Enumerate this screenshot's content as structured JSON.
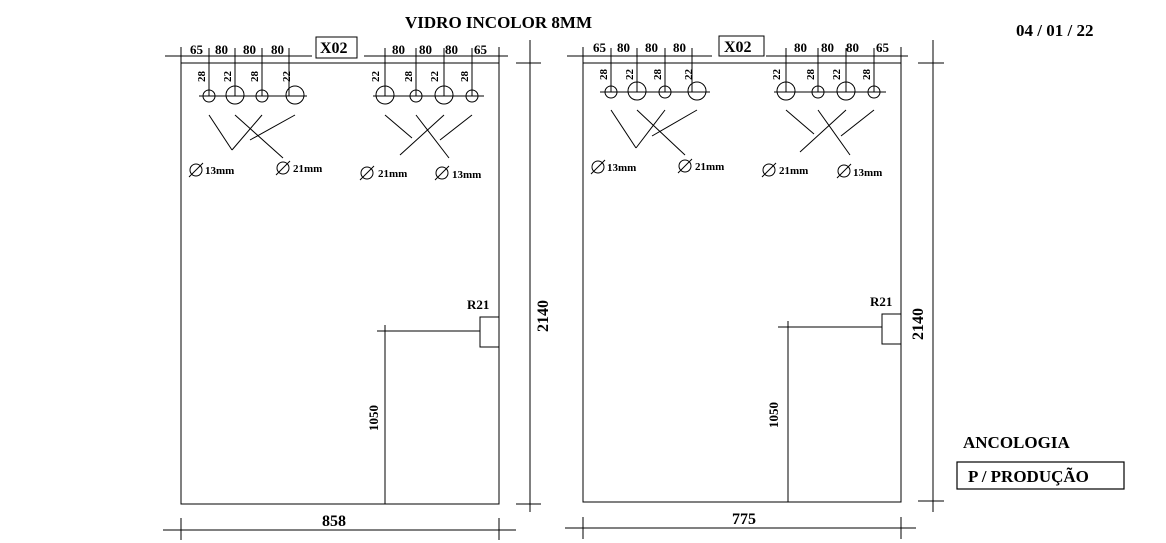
{
  "title": "VIDRO INCOLOR  8MM",
  "date": "04 / 01 / 22",
  "footer": {
    "client": "ANCOLOGIA",
    "status": "P / PRODUÇÃO"
  },
  "panels": [
    {
      "tag": "X02",
      "width": "858",
      "height": "2140",
      "handle_height": "1050",
      "radius_label": "R21",
      "left_dims": [
        "65",
        "80",
        "80",
        "80"
      ],
      "right_dims": [
        "80",
        "80",
        "80",
        "65"
      ],
      "left_vert": [
        "28",
        "22",
        "28",
        "22"
      ],
      "right_vert": [
        "22",
        "28",
        "22",
        "28"
      ],
      "hole_labels": [
        "13mm",
        "21mm",
        "21mm",
        "13mm"
      ]
    },
    {
      "tag": "X02",
      "width": "775",
      "height": "2140",
      "handle_height": "1050",
      "radius_label": "R21",
      "left_dims": [
        "65",
        "80",
        "80",
        "80"
      ],
      "right_dims": [
        "80",
        "80",
        "80",
        "65"
      ],
      "left_vert": [
        "28",
        "22",
        "28",
        "22"
      ],
      "right_vert": [
        "22",
        "28",
        "22",
        "28"
      ],
      "hole_labels": [
        "13mm",
        "21mm",
        "21mm",
        "13mm"
      ]
    }
  ]
}
